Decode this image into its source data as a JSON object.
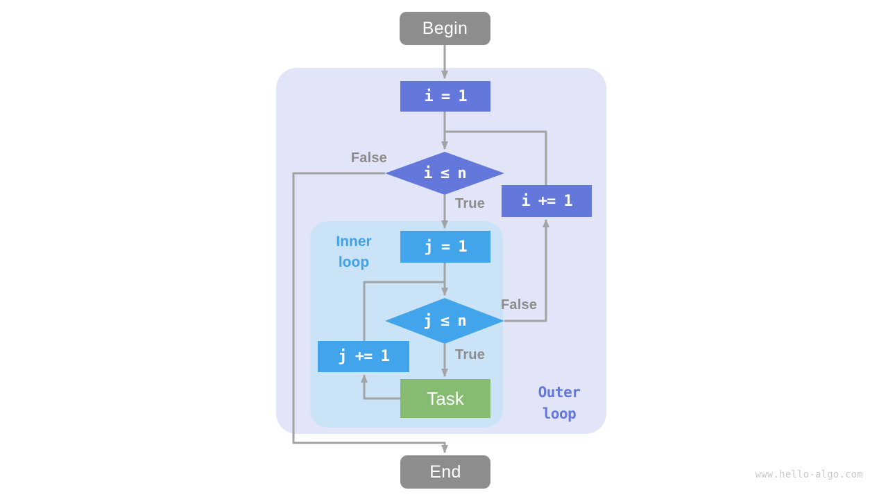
{
  "diagram": {
    "nodes": {
      "begin": "Begin",
      "i_init": "i = 1",
      "i_cond": "i ≤ n",
      "i_incr": "i += 1",
      "j_init": "j = 1",
      "j_cond": "j ≤ n",
      "j_incr": "j += 1",
      "task": "Task",
      "end": "End"
    },
    "edge_labels": {
      "i_false": "False",
      "i_true": "True",
      "j_false": "False",
      "j_true": "True"
    },
    "regions": {
      "inner_line1": "Inner",
      "inner_line2": "loop",
      "outer_line1": "Outer",
      "outer_line2": "loop"
    },
    "watermark": "www.hello-algo.com",
    "colors": {
      "terminal_gray": "#8D8D8D",
      "outer_accent_purple": "#6478DC",
      "inner_accent_blue": "#42A4EA",
      "task_green": "#85BC71",
      "outer_region_bg": "#E2E4F7",
      "inner_region_bg": "#CAE3F7",
      "edge_gray": "#A3A3A3",
      "edge_label_gray": "#8C8C8C",
      "inner_label_blue": "#3FA2E9",
      "watermark_gray": "#C9C9C9"
    }
  }
}
